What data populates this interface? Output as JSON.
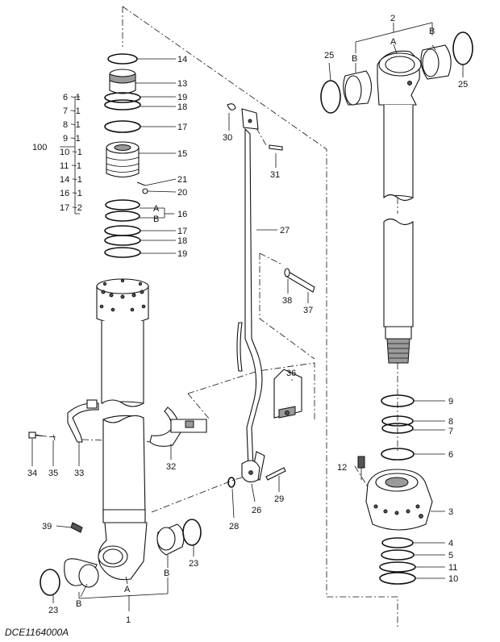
{
  "figure_code": "DCE1164000A",
  "group_100": {
    "label": "100",
    "items": [
      "6 ~1",
      "7 ~1",
      "8 ~1",
      "9 ~1",
      "10 ~1",
      "11 ~1",
      "14 ~1",
      "16 ~1",
      "17 ~2"
    ]
  },
  "callouts": {
    "p1": "1",
    "p2": "2",
    "p3": "3",
    "p4": "4",
    "p5": "5",
    "p6": "6",
    "p7": "7",
    "p8": "8",
    "p9": "9",
    "p10": "10",
    "p11": "11",
    "p12": "12",
    "p13": "13",
    "p14": "14",
    "p15": "15",
    "p16": "16",
    "p17a": "17",
    "p17b": "17",
    "p18a": "18",
    "p18b": "18",
    "p19a": "19",
    "p19b": "19",
    "p20": "20",
    "p21": "21",
    "p23a": "23",
    "p23b": "23",
    "p25a": "25",
    "p25b": "25",
    "p26": "26",
    "p27": "27",
    "p28": "28",
    "p29": "29",
    "p30": "30",
    "p31": "31",
    "p32": "32",
    "p33": "33",
    "p34": "34",
    "p35": "35",
    "p36": "36",
    "p37": "37",
    "p38": "38",
    "p39": "39"
  },
  "sub_labels": {
    "a_top": "A",
    "b_left_top": "B",
    "b_right_top": "B",
    "a16": "A",
    "b16": "B",
    "a_bottom": "A",
    "b_left_bottom": "B",
    "b_right_bottom": "B"
  }
}
